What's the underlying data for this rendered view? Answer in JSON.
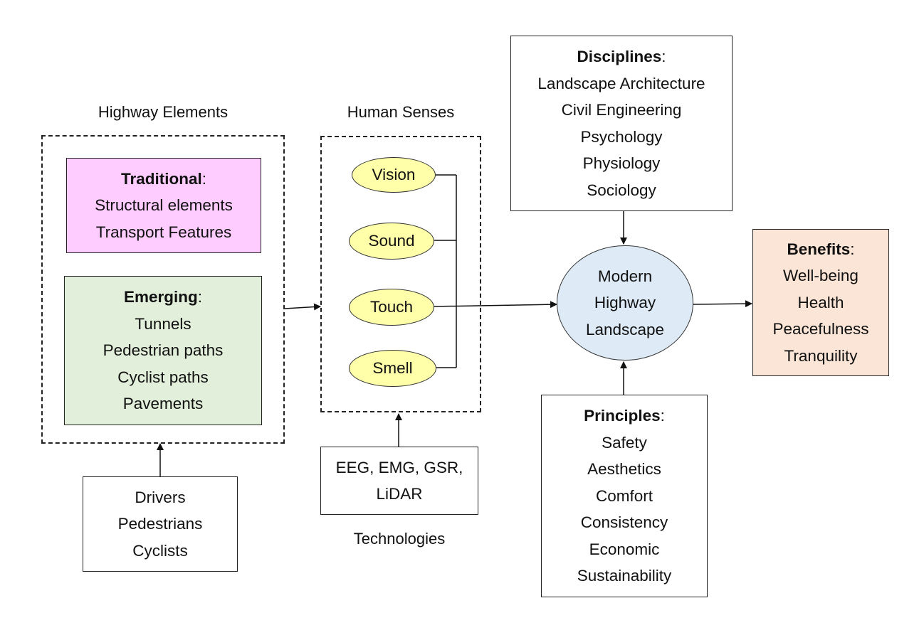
{
  "colors": {
    "traditional_fill": "#FFCCFF",
    "emerging_fill": "#E2EFDA",
    "sense_fill": "#FFFFAA",
    "modern_fill": "#DEEBF7",
    "benefits_fill": "#FBE5D6",
    "stroke": "#222222"
  },
  "highway_elements": {
    "caption": "Highway Elements",
    "traditional": {
      "title": "Traditional",
      "items": [
        "Structural elements",
        "Transport Features"
      ]
    },
    "emerging": {
      "title": "Emerging",
      "items": [
        "Tunnels",
        "Pedestrian paths",
        "Cyclist paths",
        "Pavements"
      ]
    }
  },
  "users": {
    "items": [
      "Drivers",
      "Pedestrians",
      "Cyclists"
    ]
  },
  "human_senses": {
    "caption": "Human Senses",
    "senses": [
      "Vision",
      "Sound",
      "Touch",
      "Smell"
    ]
  },
  "technologies": {
    "caption": "Technologies",
    "lines": [
      "EEG, EMG, GSR,",
      "LiDAR"
    ]
  },
  "disciplines": {
    "title": "Disciplines",
    "items": [
      "Landscape Architecture",
      "Civil Engineering",
      "Psychology",
      "Physiology",
      "Sociology"
    ]
  },
  "modern_highway": {
    "lines": [
      "Modern",
      "Highway",
      "Landscape"
    ]
  },
  "principles": {
    "title": "Principles",
    "items": [
      "Safety",
      "Aesthetics",
      "Comfort",
      "Consistency",
      "Economic",
      "Sustainability"
    ]
  },
  "benefits": {
    "title": "Benefits",
    "items": [
      "Well-being",
      "Health",
      "Peacefulness",
      "Tranquility"
    ]
  }
}
